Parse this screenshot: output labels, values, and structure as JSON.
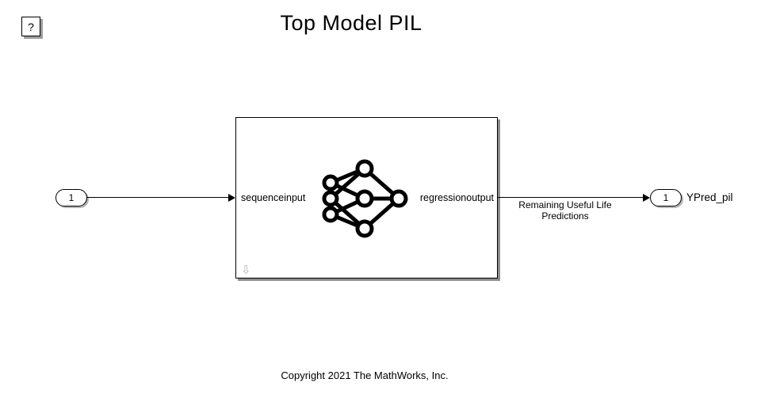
{
  "canvas": {
    "title": "Top Model PIL",
    "help_button": "?",
    "copyright": "Copyright 2021 The MathWorks, Inc."
  },
  "blocks": {
    "predict": {
      "input_label": "sequenceinput",
      "output_label": "regressionoutput",
      "icon": "neural-network-icon",
      "badge_icon": "down-arrow-badge"
    },
    "inport": {
      "number": "1"
    },
    "outport": {
      "number": "1",
      "name": "YPred_pil"
    }
  },
  "signals": {
    "output_label_line1": "Remaining Useful Life",
    "output_label_line2": "Predictions"
  },
  "colors": {
    "background": "#ffffff",
    "block_border": "#000000",
    "block_shadow": "#8c8c8c",
    "badge_gray": "#b3b3b3"
  }
}
